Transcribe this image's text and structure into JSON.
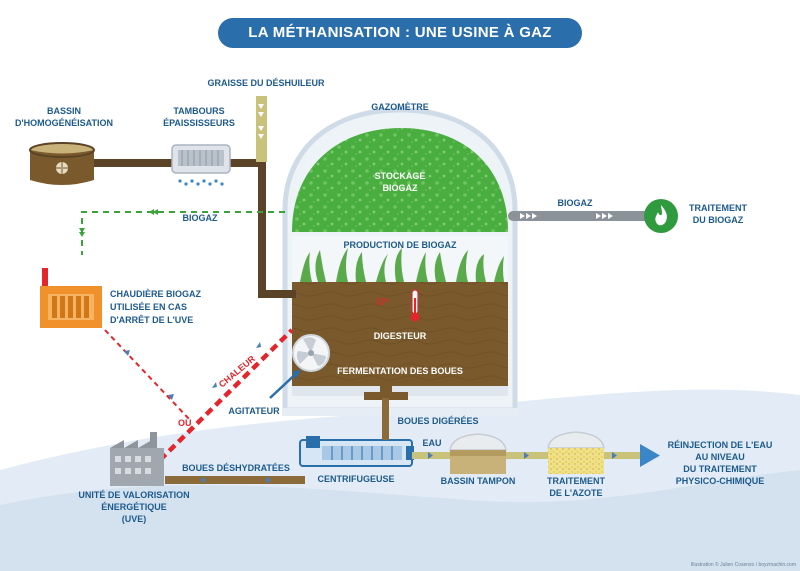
{
  "title": "LA MÉTHANISATION : UNE USINE À GAZ",
  "labels": {
    "graisse": "GRAISSE DU DÉSHUILEUR",
    "bassin_homog_1": "BASSIN",
    "bassin_homog_2": "D'HOMOGÉNÉISATION",
    "tambours_1": "TAMBOURS",
    "tambours_2": "ÉPAISSISSEURS",
    "gazometre": "GAZOMÈTRE",
    "stockage_1": "STOCKAGE",
    "stockage_2": "BIOGAZ",
    "biogaz_left": "BIOGAZ",
    "biogaz_right": "BIOGAZ",
    "traitement_biogaz_1": "TRAITEMENT",
    "traitement_biogaz_2": "DU BIOGAZ",
    "production": "PRODUCTION DE BIOGAZ",
    "temperature": "37°",
    "digesteur": "DIGESTEUR",
    "fermentation": "FERMENTATION DES BOUES",
    "chaudiere_1": "CHAUDIÈRE BIOGAZ",
    "chaudiere_2": "UTILISÉE EN CAS",
    "chaudiere_3": "D'ARRÊT DE L'UVE",
    "chaleur": "CHALEUR",
    "ou": "OU",
    "agitateur": "AGITATEUR",
    "boues_digerees": "BOUES DIGÉRÉES",
    "eau": "EAU",
    "boues_deshydratees": "BOUES DÉSHYDRATÉES",
    "centrifugeuse": "CENTRIFUGEUSE",
    "bassin_tampon": "BASSIN TAMPON",
    "traitement_azote_1": "TRAITEMENT",
    "traitement_azote_2": "DE L'AZOTE",
    "reinjection_1": "RÉINJECTION DE L'EAU",
    "reinjection_2": "AU NIVEAU",
    "reinjection_3": "DU TRAITEMENT",
    "reinjection_4": "PHYSICO-CHIMIQUE",
    "uve_1": "UNITÉ DE VALORISATION",
    "uve_2": "ÉNERGÉTIQUE",
    "uve_3": "(UVE)",
    "credit": "Illustration © Julien Cosenzo / boyzmachin.com"
  },
  "colors": {
    "title_bg": "#2a6eab",
    "label_blue": "#1d5a8c",
    "pipe_brown": "#5a4326",
    "sludge_brown": "#7a5a2c",
    "biogas_green": "#3aa33a",
    "heat_red": "#e2262b",
    "flame_green": "#2f9a3e",
    "boiler_orange": "#f1912b",
    "water_blue": "#3a86c8",
    "sand": "#c9c27a"
  },
  "icons": [
    "flame-icon",
    "thermometer-icon",
    "agitator-fan-icon",
    "factory-icon",
    "boiler-icon",
    "arrow-right-icon"
  ]
}
